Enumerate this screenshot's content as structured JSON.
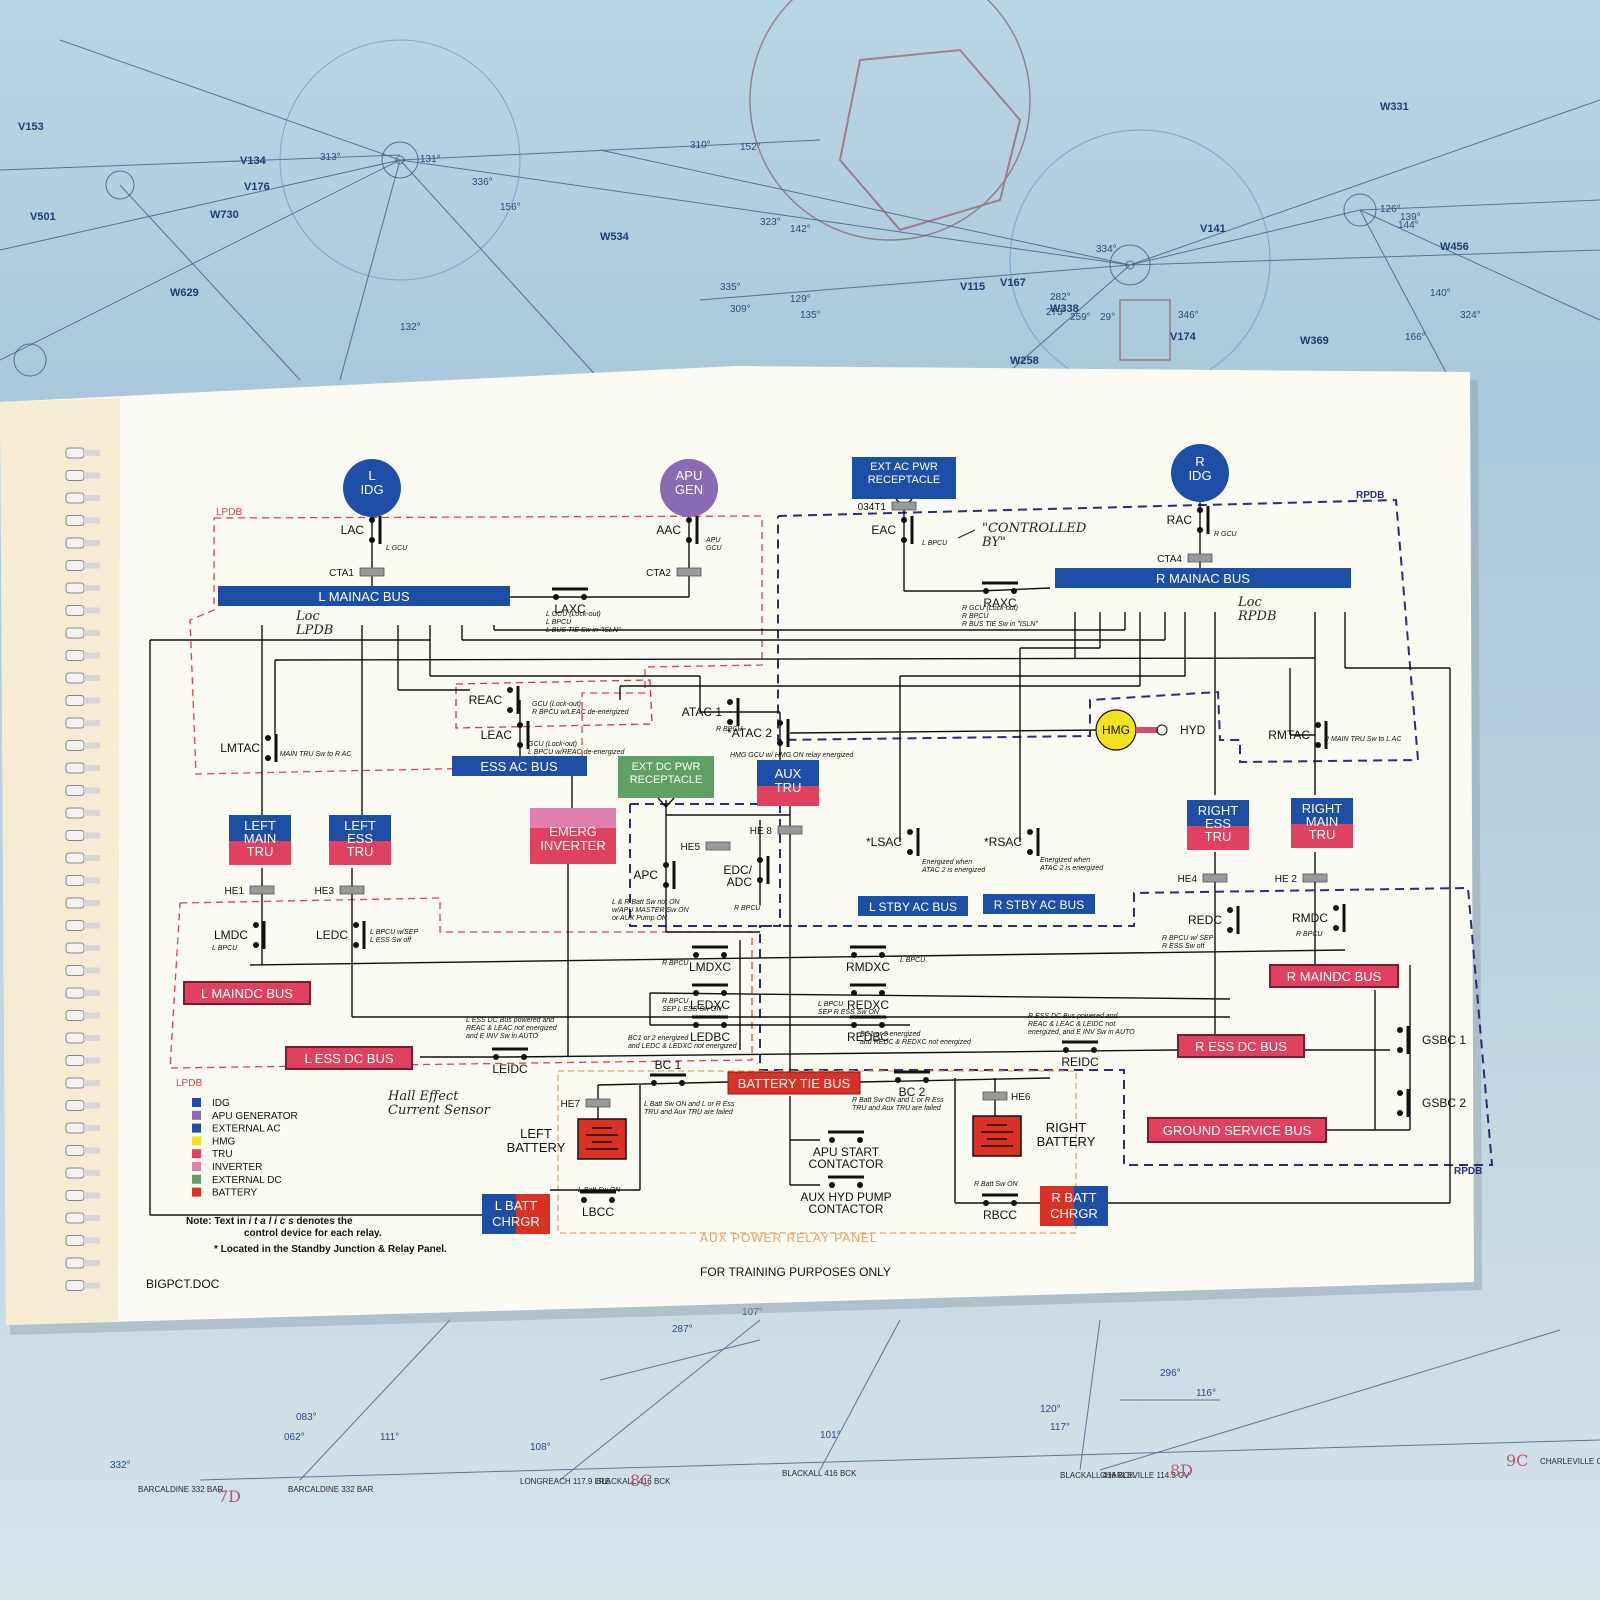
{
  "colors": {
    "idg": "#1d4fa6",
    "apu_generator": "#8a6ab3",
    "external_ac": "#1d4fa6",
    "hmg": "#f4e21c",
    "tru_top": "#1d4fa6",
    "tru_bottom": "#e0415e",
    "inverter": "#e0415e",
    "external_dc": "#5fa065",
    "battery": "#d93224",
    "ac_bus": "#1d4fa6",
    "dc_bus": "#e0415e",
    "lpdb_border": "#d44444",
    "rpdb_border": "#2a2f72",
    "aux_panel_border": "#e9a060"
  },
  "map": {
    "labels": [
      "V153",
      "V134",
      "V176",
      "W730",
      "W629",
      "W534",
      "V167",
      "V141",
      "W338",
      "W369",
      "W258",
      "V115",
      "V174",
      "W331",
      "W456",
      "V501"
    ],
    "ticks": [
      "313°",
      "131°",
      "336°",
      "156°",
      "310°",
      "152°",
      "323°",
      "142°",
      "335°",
      "309°",
      "129°",
      "135°",
      "334°",
      "346°",
      "140°",
      "166°",
      "126°",
      "139°",
      "144°",
      "324°",
      "282°",
      "273°",
      "259°",
      "29°",
      "132°",
      "287°",
      "107°",
      "296°",
      "116°",
      "332°",
      "108°",
      "062°",
      "083°",
      "111°",
      "101°",
      "117°",
      "120°"
    ],
    "bottom_places": [
      "BARCALDINE 332 BAR",
      "BARCALDINE 332 BAR",
      "LONGREACH 117.9 LRE",
      "BLACKALL 416 BCK",
      "BLACKALL 416 BCK",
      "BLACKALL 416 BCK",
      "CHARLEVILLE 114.3 CV",
      "CHARLEVILLE CV"
    ],
    "grid": [
      "7D",
      "8C",
      "8D",
      "9C"
    ]
  },
  "sources": {
    "l_idg": "L\nIDG",
    "apu_gen": "APU\nGEN",
    "ext_ac": "EXT AC PWR\nRECEPTACLE",
    "r_idg": "R\nIDG",
    "hmg": "HMG",
    "hyd": "HYD",
    "ext_dc": "EXT DC PWR\nRECEPTACLE"
  },
  "region_labels": {
    "lpdb": "LPDB",
    "rpdb": "RPDB",
    "lpdb_bottom": "LPDB",
    "rpdb_bottom": "RPDB",
    "aux_panel": "AUX POWER RELAY PANEL"
  },
  "buses": {
    "l_main_ac": "L MAINAC BUS",
    "r_main_ac": "R MAINAC BUS",
    "ess_ac": "ESS AC BUS",
    "l_stby_ac": "L STBY AC BUS",
    "r_stby_ac": "R STBY AC BUS",
    "l_main_dc": "L MAINDC BUS",
    "l_ess_dc": "L ESS DC BUS",
    "r_main_dc": "R MAINDC BUS",
    "r_ess_dc": "R ESS DC BUS",
    "battery_tie": "BATTERY TIE BUS",
    "ground_service": "GROUND SERVICE BUS"
  },
  "units": {
    "left_main_tru": "LEFT\nMAIN\nTRU",
    "left_ess_tru": "LEFT\nESS\nTRU",
    "emerg_inverter": "EMERG\nINVERTER",
    "aux_tru": "AUX\nTRU",
    "right_ess_tru": "RIGHT\nESS\nTRU",
    "right_main_tru": "RIGHT\nMAIN\nTRU",
    "l_batt_chrgr": "L BATT\nCHRGR",
    "r_batt_chrgr": "R BATT\nCHRGR",
    "left_battery": "LEFT\nBATTERY",
    "right_battery": "RIGHT\nBATTERY"
  },
  "contactors": {
    "lac": "LAC",
    "aac": "AAC",
    "eac": "EAC",
    "rac": "RAC",
    "laxc": "LAXC",
    "raxc": "RAXC",
    "reac": "REAC",
    "leac": "LEAC",
    "atac1": "ATAC 1",
    "atac2": "*ATAC 2",
    "lmtac": "LMTAC",
    "rmtac": "RMTAC",
    "lsac": "*LSAC",
    "rsac": "*RSAC",
    "apc": "APC",
    "edc_adc": "EDC/\nADC",
    "lmdc": "LMDC",
    "ledc": "LEDC",
    "redc": "REDC",
    "rmdc": "RMDC",
    "lmdxc": "LMDXC",
    "rmdxc": "RMDXC",
    "ledxc": "LEDXC",
    "redxc": "REDXC",
    "ledbc": "LEDBC",
    "redbc": "REDBC",
    "leidc": "LEIDC",
    "reidc": "REIDC",
    "bc1": "BC 1",
    "bc2": "BC 2",
    "lbcc": "LBCC",
    "rbcc": "RBCC",
    "gsbc1": "GSBC 1",
    "gsbc2": "GSBC 2",
    "apu_start": "APU START\nCONTACTOR",
    "aux_hyd": "AUX HYD PUMP\nCONTACTOR"
  },
  "sensors": {
    "cta1": "CTA1",
    "cta2": "CTA2",
    "cta4": "CTA4",
    "ct034": "034T1",
    "he1": "HE1",
    "he3": "HE3",
    "he4": "HE4",
    "he2": "HE 2",
    "he5": "HE5",
    "he6": "HE6",
    "he7": "HE7",
    "he8": "HE 8"
  },
  "control_notes": {
    "lac": "L GCU",
    "aac": "APU\nGCU",
    "eac": "L BPCU",
    "rac": "R GCU",
    "laxc": "L GCU (Lock-out)\nL BPCU\nL BUS TIE Sw in \"ISLN\"",
    "raxc": "R GCU (Lock-out)\nR BPCU\nR BUS TIE Sw in \"ISLN\"",
    "reac": "GCU (Lock-out)\nR BPCU w/LEAC de-energized",
    "leac": "GCU (Lock-out)\nL BPCU w/REAC de-energized",
    "atac1": "R BPCU",
    "atac2": "HMG GCU w/ HMG ON relay energized",
    "lmtac": "L MAIN TRU Sw to R AC",
    "rmtac": "R MAIN TRU Sw to L AC",
    "lsac": "Energized when\nATAC 2 is energized",
    "rsac": "Energized when\nATAC 2 is energized",
    "apc": "L & R Batt Sw not ON\nw/APU MASTER Sw ON\nor AUX Pump ON",
    "edc": "R BPCU",
    "lmdc": "L BPCU",
    "ledc": "L BPCU w/SEP\nL ESS Sw off",
    "redc": "R BPCU w/ SEP\nR ESS Sw off",
    "rmdc": "R BPCU",
    "lmdxc": "R BPCU",
    "rmdxc": "L BPCU",
    "ledxc": "R BPCU\nSEP L ESS Sw ON",
    "redxc": "L BPCU\nSEP R ESS Sw ON",
    "leidc": "L ESS DC Bus powered and\nREAC & LEAC not energized\nand E INV Sw in AUTO",
    "reidc": "R ESS DC Bus powered and\nREAC & LEAC & LEIDC not\nenergized, and E INV Sw in AUTO",
    "ledbc": "BC1 or 2 energized\nand LEDC & LEDXC not energized",
    "redbc": "BC1 or 2 energized\nand REDC & REDXC not energized",
    "bc1": "L Batt Sw ON and L or R Ess\nTRU and Aux TRU are failed",
    "bc2": "R Batt Sw ON and L or R Ess\nTRU and Aux TRU are failed",
    "lbcc": "L Batt Sw ON",
    "rbcc": "R Batt Sw ON"
  },
  "handwriting": {
    "controlled_by": "\"CONTROLLED\nBY\"",
    "loc_lpdb": "Loc\nLPDB",
    "loc_rpdb": "Loc\nRPDB",
    "hall_effect": "Hall Effect\nCurrent Sensor"
  },
  "legend": [
    {
      "label": "IDG",
      "color": "#1d4fa6"
    },
    {
      "label": "APU GENERATOR",
      "color": "#8a6ab3"
    },
    {
      "label": "EXTERNAL AC",
      "color": "#1d4fa6"
    },
    {
      "label": "HMG",
      "color": "#f4e21c"
    },
    {
      "label": "TRU",
      "color": "#e0415e"
    },
    {
      "label": "INVERTER",
      "color": "#e07fae"
    },
    {
      "label": "EXTERNAL DC",
      "color": "#5fa065"
    },
    {
      "label": "BATTERY",
      "color": "#d93224"
    }
  ],
  "footer": {
    "note1_a": "Note:  Text in",
    "note1_b": "i t a l i c s",
    "note1_c": "denotes the",
    "note1_d": "control device for each relay.",
    "note2": "* Located in the Standby Junction & Relay Panel.",
    "doc_id": "BIGPCT.DOC",
    "training": "FOR TRAINING PURPOSES ONLY"
  }
}
